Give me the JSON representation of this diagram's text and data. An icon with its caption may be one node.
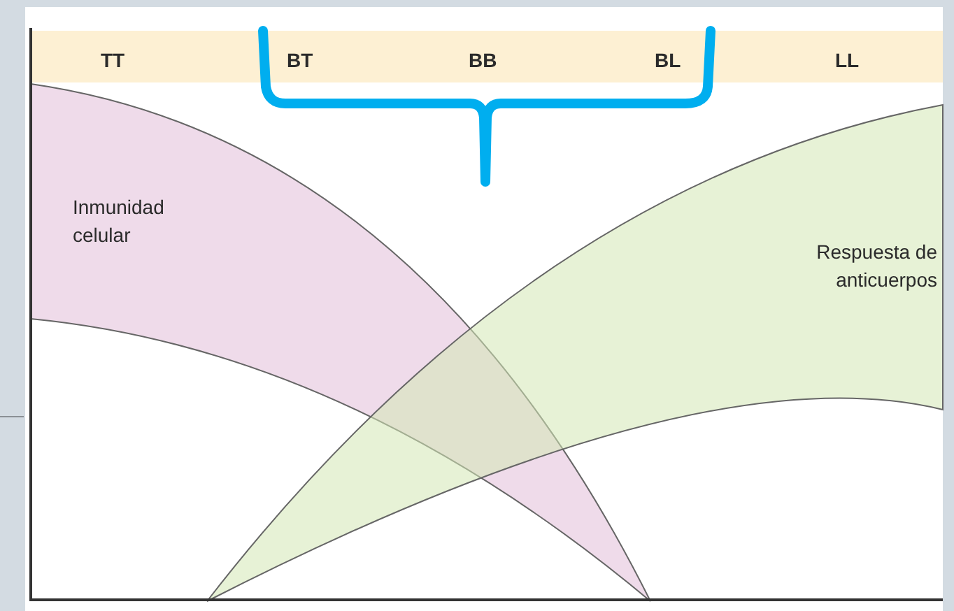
{
  "diagram": {
    "labels": [
      "TT",
      "BT",
      "BB",
      "BL",
      "LL",
      "Inmunidad celular",
      "Respuesta de anticuerpos"
    ]
  }
}
